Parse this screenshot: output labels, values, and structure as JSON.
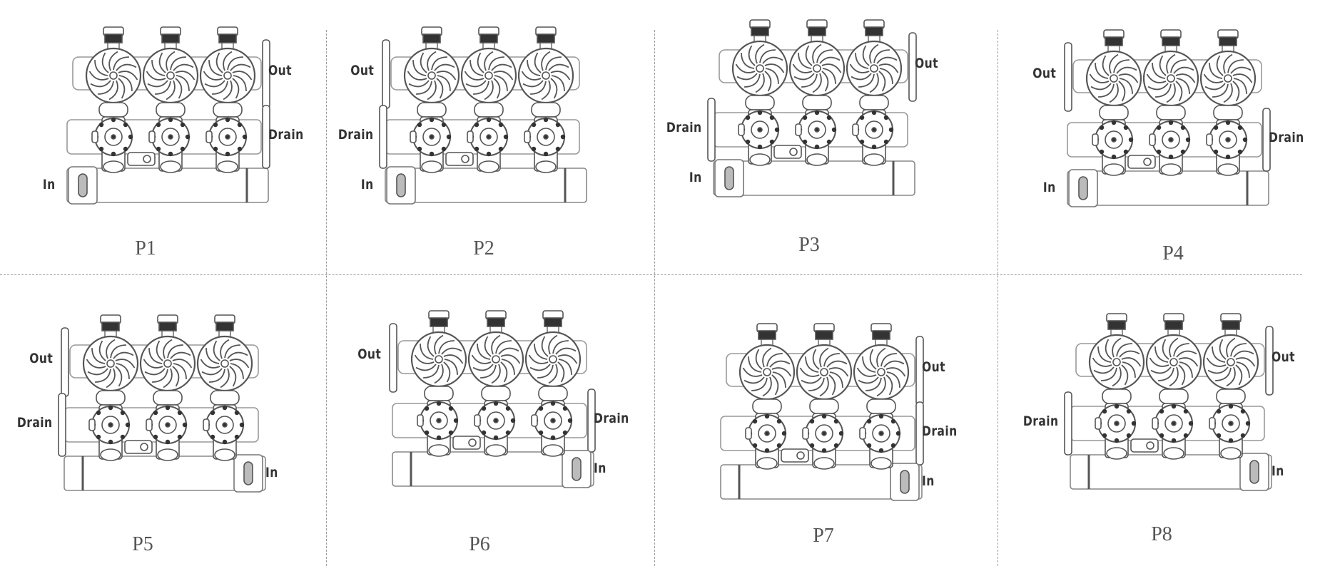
{
  "labels": {
    "out": "Out",
    "drain": "Drain",
    "in": "In"
  },
  "panels": [
    {
      "name": "P1",
      "out": "right",
      "drain": "right",
      "in": "left"
    },
    {
      "name": "P2",
      "out": "left",
      "drain": "left",
      "in": "left"
    },
    {
      "name": "P3",
      "out": "right",
      "drain": "left",
      "in": "left"
    },
    {
      "name": "P4",
      "out": "left",
      "drain": "right",
      "in": "left"
    },
    {
      "name": "P5",
      "out": "left",
      "drain": "left",
      "in": "right"
    },
    {
      "name": "P6",
      "out": "left",
      "drain": "right",
      "in": "right"
    },
    {
      "name": "P7",
      "out": "right",
      "drain": "right",
      "in": "right"
    },
    {
      "name": "P8",
      "out": "right",
      "drain": "left",
      "in": "right"
    }
  ]
}
